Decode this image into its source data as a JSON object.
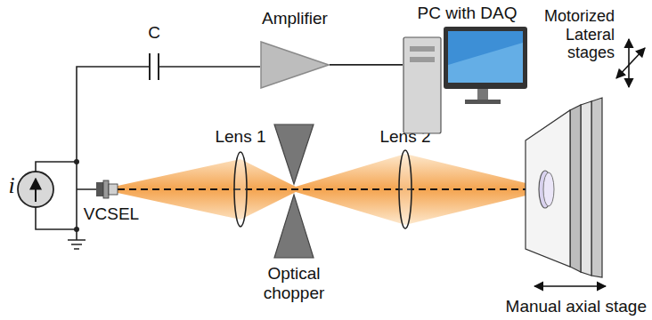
{
  "diagram": {
    "nodes": [
      {
        "text": [
          "Amplifier"
        ]
      },
      {
        "text": [
          "PC with DAQ"
        ]
      }
    ],
    "edges": [
      {
        "from": 0,
        "to": 1,
        "arrow": "none"
      }
    ],
    "labels": [
      "C",
      "Motorized Lateral stages",
      "Lens 1",
      "Lens 2",
      "i",
      "VCSEL",
      "Optical chopper",
      "Manual axial stage"
    ]
  }
}
